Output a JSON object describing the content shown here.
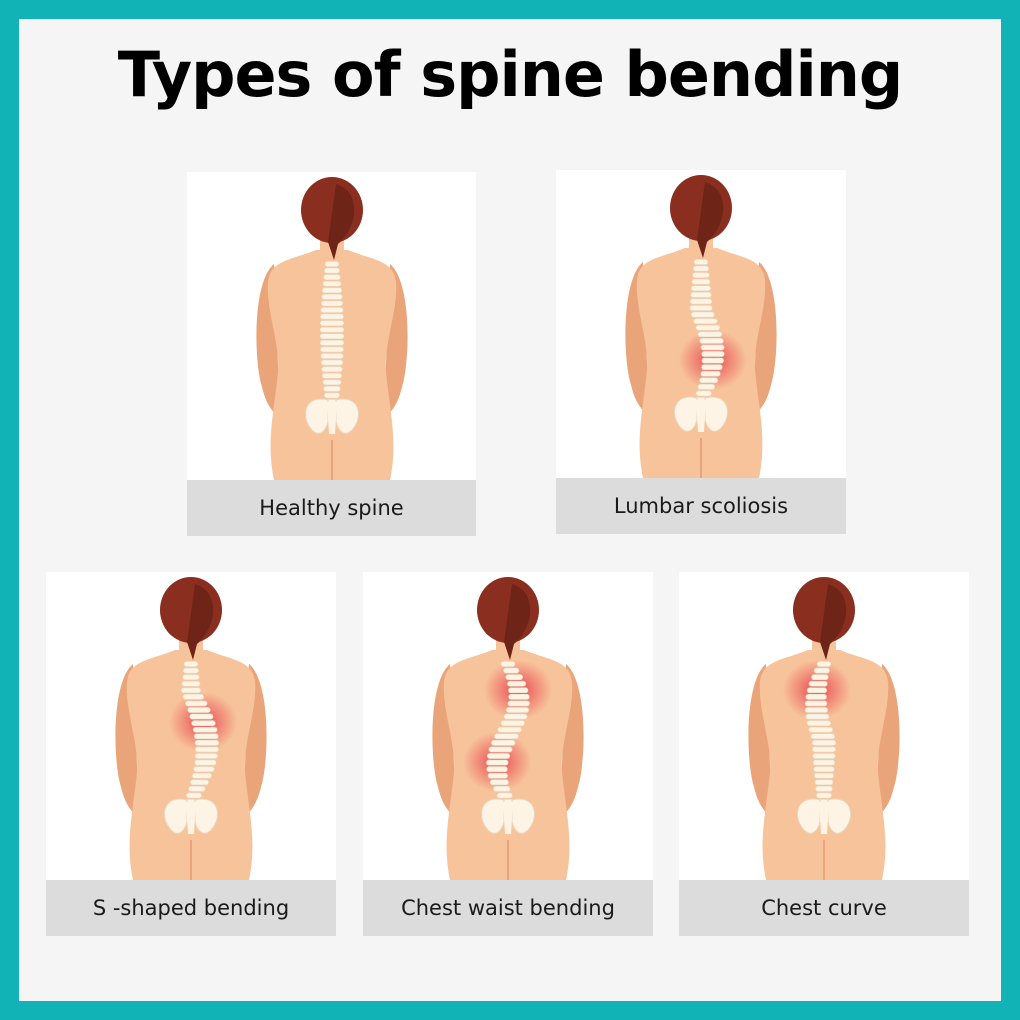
{
  "title": "Types of spine bending",
  "colors": {
    "border": "#12b3b6",
    "skin": "#f7c39a",
    "skin_shadow": "#e9a47a",
    "hair": "#8a2f1f",
    "hair_dark": "#6e2417",
    "bone": "#fdf4e6",
    "pain": "#e83a4a"
  },
  "panels": [
    {
      "label": "Healthy spine",
      "curve": "straight",
      "pain": []
    },
    {
      "label": "Lumbar scoliosis",
      "curve": "lumbar",
      "pain": [
        "lumbar"
      ]
    },
    {
      "label": "S -shaped bending",
      "curve": "s",
      "pain": [
        "mid"
      ]
    },
    {
      "label": "Chest waist bending",
      "curve": "chestwaist",
      "pain": [
        "upper",
        "lumbar"
      ]
    },
    {
      "label": "Chest curve",
      "curve": "chest",
      "pain": [
        "upper"
      ]
    }
  ]
}
